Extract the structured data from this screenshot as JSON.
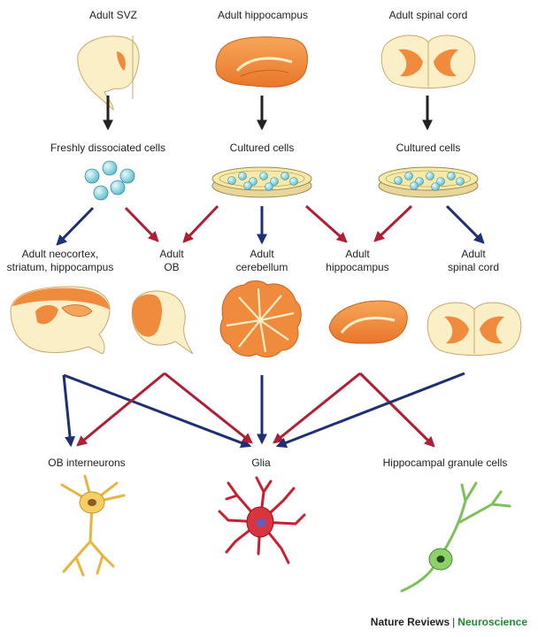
{
  "sources": {
    "svz": "Adult SVZ",
    "hippocampus": "Adult hippocampus",
    "spinal_cord": "Adult spinal cord"
  },
  "preparations": {
    "dissociated": "Freshly dissociated cells",
    "cultured_middle": "Cultured cells",
    "cultured_right": "Cultured cells"
  },
  "grafts": {
    "neocortex": [
      "Adult neocortex,",
      "striatum, hippocampus"
    ],
    "ob": [
      "Adult",
      "OB"
    ],
    "cerebellum": [
      "Adult",
      "cerebellum"
    ],
    "hippocampus": [
      "Adult",
      "hippocampus"
    ],
    "spinal_cord": [
      "Adult",
      "spinal cord"
    ]
  },
  "outcomes": {
    "ob_interneurons": "OB interneurons",
    "glia": "Glia",
    "granule_cells": "Hippocampal granule cells"
  },
  "credit": {
    "journal": "Nature Reviews",
    "separator": "|",
    "section": "Neuroscience"
  },
  "colors": {
    "tissue_orange": "#f08a3c",
    "tissue_cream": "#fbefc8",
    "arrow_black": "#222222",
    "arrow_blue": "#1f2f75",
    "arrow_red": "#b01e34",
    "cell_blue": "#8fd3dc",
    "neuron_yellow": "#f2c44a",
    "glia_red": "#c8202e",
    "granule_green": "#7cc05a",
    "credit_green": "#1f8a2f"
  }
}
